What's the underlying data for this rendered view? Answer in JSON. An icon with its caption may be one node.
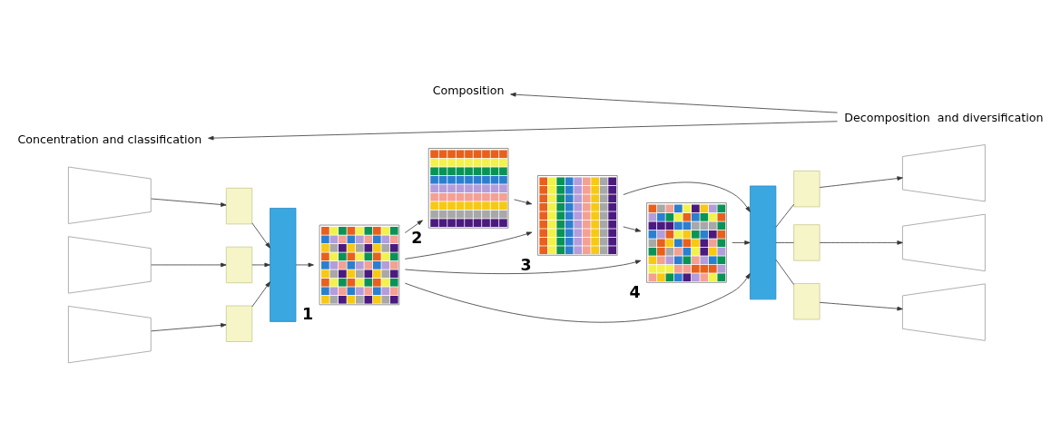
{
  "diagram": {
    "nodes": [
      {
        "text": [],
        "shape": "trapezoid"
      },
      {
        "text": [],
        "shape": "trapezoid"
      },
      {
        "text": [],
        "shape": "trapezoid"
      },
      {
        "text": [],
        "shape": "box"
      },
      {
        "text": [],
        "shape": "box"
      },
      {
        "text": [],
        "shape": "box"
      },
      {
        "text": [],
        "shape": "bar"
      },
      {
        "text": [],
        "shape": "grid",
        "beside": [
          "1"
        ]
      },
      {
        "text": [],
        "shape": "grid",
        "beside": [
          "2"
        ]
      },
      {
        "text": [],
        "shape": "grid",
        "beside": [
          "3"
        ]
      },
      {
        "text": [],
        "shape": "grid",
        "beside": [
          "4"
        ]
      },
      {
        "text": [],
        "shape": "bar"
      },
      {
        "text": [],
        "shape": "box"
      },
      {
        "text": [],
        "shape": "box"
      },
      {
        "text": [],
        "shape": "box"
      },
      {
        "text": [],
        "shape": "trapezoid"
      },
      {
        "text": [],
        "shape": "trapezoid"
      },
      {
        "text": [],
        "shape": "trapezoid"
      },
      {
        "text": [
          "Decomposition  and diversification"
        ]
      },
      {
        "text": [
          "Composition"
        ]
      },
      {
        "text": [
          "Concentration and classification"
        ]
      }
    ],
    "edges": [
      {
        "from": 0,
        "to": 3,
        "arrow": "to"
      },
      {
        "from": 1,
        "to": 4,
        "arrow": "to"
      },
      {
        "from": 2,
        "to": 5,
        "arrow": "to"
      },
      {
        "from": 3,
        "to": 6,
        "arrow": "to"
      },
      {
        "from": 4,
        "to": 6,
        "arrow": "to"
      },
      {
        "from": 5,
        "to": 6,
        "arrow": "to"
      },
      {
        "from": 6,
        "to": 7,
        "arrow": "to"
      },
      {
        "from": 7,
        "to": 8,
        "arrow": "to"
      },
      {
        "from": 8,
        "to": 9,
        "arrow": "to"
      },
      {
        "from": 9,
        "to": 10,
        "arrow": "to"
      },
      {
        "from": 10,
        "to": 11,
        "arrow": "to"
      },
      {
        "from": 7,
        "to": 9,
        "arrow": "to"
      },
      {
        "from": 9,
        "to": 11,
        "arrow": "to"
      },
      {
        "from": 7,
        "to": 10,
        "arrow": "to"
      },
      {
        "from": 7,
        "to": 11,
        "arrow": "to"
      },
      {
        "from": 11,
        "to": 12,
        "arrow": "none"
      },
      {
        "from": 11,
        "to": 13,
        "arrow": "none"
      },
      {
        "from": 11,
        "to": 14,
        "arrow": "none"
      },
      {
        "from": 12,
        "to": 15,
        "arrow": "to"
      },
      {
        "from": 13,
        "to": 16,
        "arrow": "to"
      },
      {
        "from": 14,
        "to": 17,
        "arrow": "to"
      },
      {
        "from": 18,
        "to": 20,
        "arrow": "to"
      },
      {
        "from": 18,
        "to": 19,
        "arrow": "to"
      }
    ]
  }
}
